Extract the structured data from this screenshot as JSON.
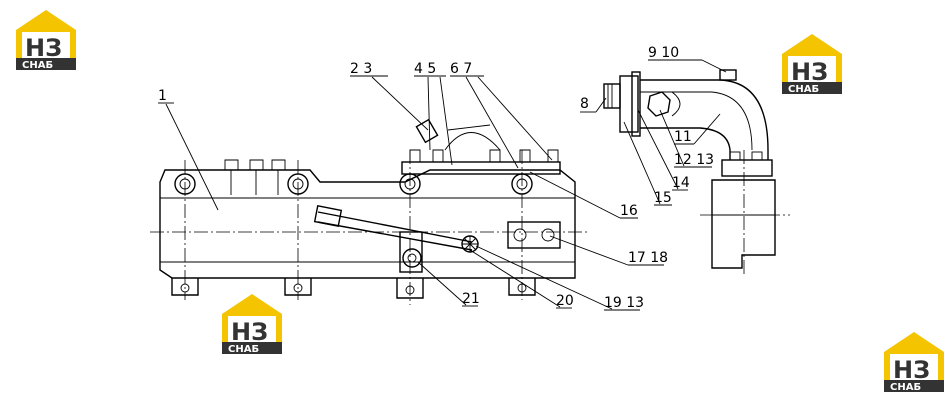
{
  "callouts": {
    "c1": "1",
    "c2_3": "2 3",
    "c4_5": "4 5",
    "c6_7": "6 7",
    "c8": "8",
    "c9_10": "9 10",
    "c11": "11",
    "c12_13": "12 13",
    "c14": "14",
    "c15": "15",
    "c16": "16",
    "c17_18": "17 18",
    "c19_13": "19 13",
    "c20": "20",
    "c21": "21"
  },
  "logo": {
    "mark": "НЗ",
    "word": "СНАБ",
    "colors": {
      "yellow": "#f5c400",
      "dark": "#333333",
      "white": "#ffffff"
    }
  }
}
